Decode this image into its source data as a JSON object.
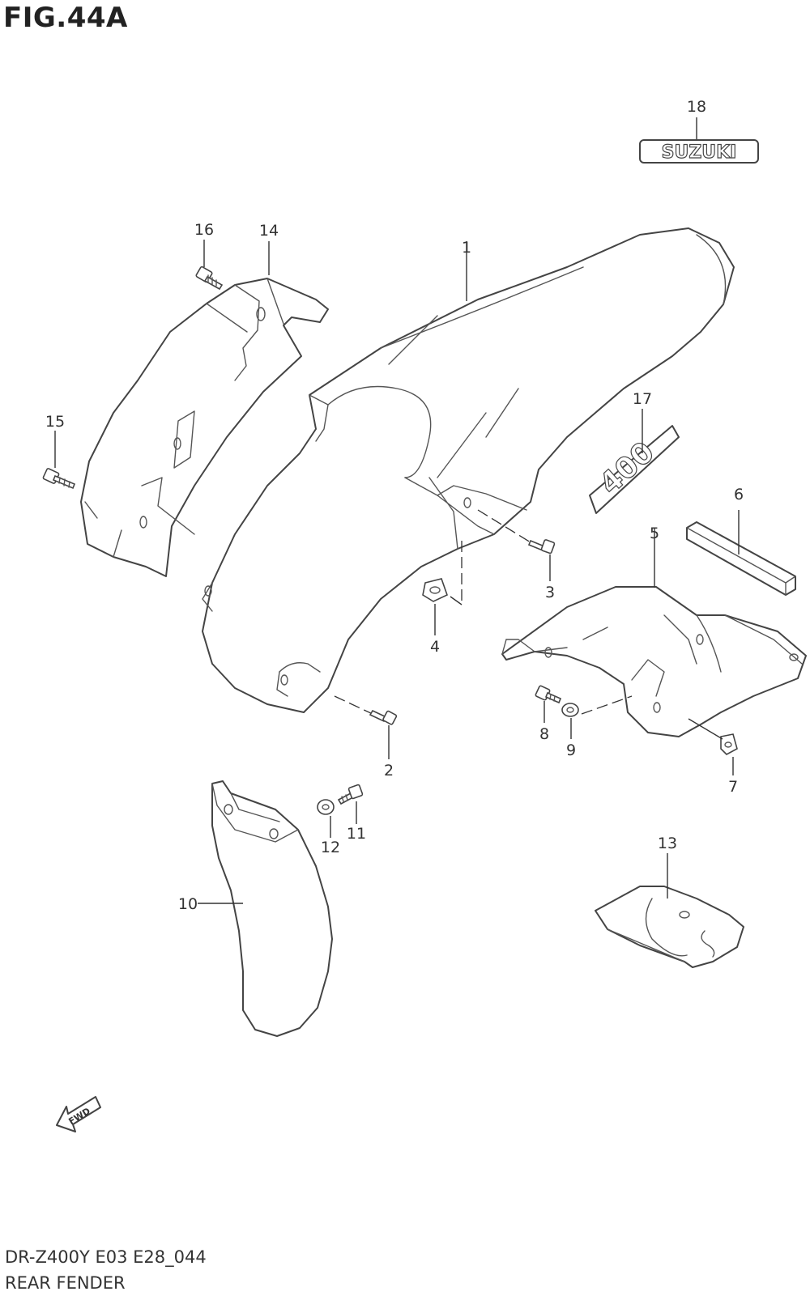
{
  "figure": {
    "title": "FIG.44A",
    "model_code": "DR-Z400Y  E03  E28_044",
    "section_name": "REAR FENDER"
  },
  "decals": {
    "brand_text": "SUZUKI",
    "model_text": "400"
  },
  "fwd_arrow_label": "FWD",
  "callouts": [
    "1",
    "2",
    "3",
    "4",
    "5",
    "6",
    "7",
    "8",
    "9",
    "10",
    "11",
    "12",
    "13",
    "14",
    "15",
    "16",
    "17",
    "18"
  ]
}
